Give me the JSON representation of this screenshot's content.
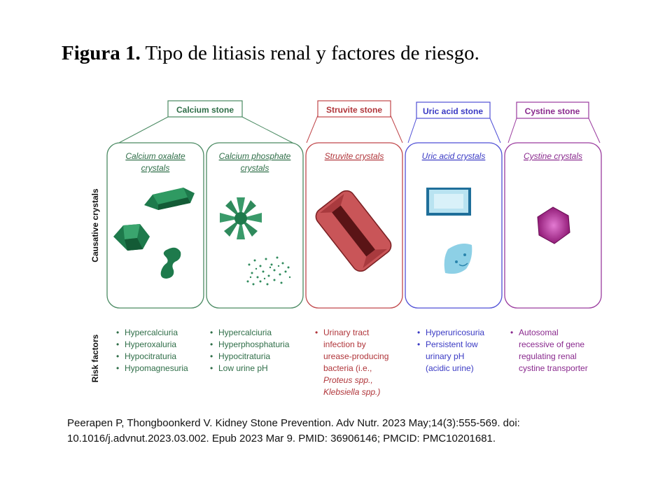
{
  "figure": {
    "title_bold": "Figura 1.",
    "title_rest": " Tipo de litiasis renal y factores de riesgo."
  },
  "axis_labels": {
    "causative": "Causative crystals",
    "risk": "Risk factors"
  },
  "colors": {
    "calcium": "#4a8a62",
    "struvite": "#c0464a",
    "uric": "#4f4fd6",
    "cystine": "#9a3a9e",
    "calcium_crystal": "#1e7a4c",
    "uric_crystal": "#8dd0e6",
    "cystine_crystal": "#9c1f86"
  },
  "stones": {
    "calcium": "Calcium stone",
    "struvite": "Struvite stone",
    "uric": "Uric acid stone",
    "cystine": "Cystine stone"
  },
  "crystals": {
    "ca_oxalate": [
      "Calcium oxalate",
      "crystals"
    ],
    "ca_phosphate": [
      "Calcium phosphate",
      "crystals"
    ],
    "struvite": "Struvite crystals",
    "uric": "Uric acid crystals",
    "cystine": "Cystine crystals"
  },
  "risk_factors": {
    "ca_oxalate": [
      "Hypercalciuria",
      "Hyperoxaluria",
      "Hypocitraturia",
      "Hypomagnesuria"
    ],
    "ca_phosphate": [
      "Hypercalciuria",
      "Hyperphosphaturia",
      "Hypocitraturia",
      "Low urine pH"
    ],
    "struvite": [
      "Urinary tract",
      "infection by",
      "urease-producing",
      "bacteria (i.e.,",
      "Proteus spp.,",
      "Klebsiella spp.)"
    ],
    "uric": [
      "Hyperuricosuria",
      "Persistent low",
      "urinary pH",
      "(acidic urine)"
    ],
    "cystine": [
      "Autosomal",
      "recessive of gene",
      "regulating renal",
      "cystine transporter"
    ]
  },
  "citation": {
    "line1": "Peerapen P, Thongboonkerd V. Kidney Stone Prevention. Adv Nutr. 2023 May;14(3):555-569. doi:",
    "line2": "10.1016/j.advnut.2023.03.002. Epub 2023 Mar 9. PMID: 36906146; PMCID: PMC10201681."
  }
}
